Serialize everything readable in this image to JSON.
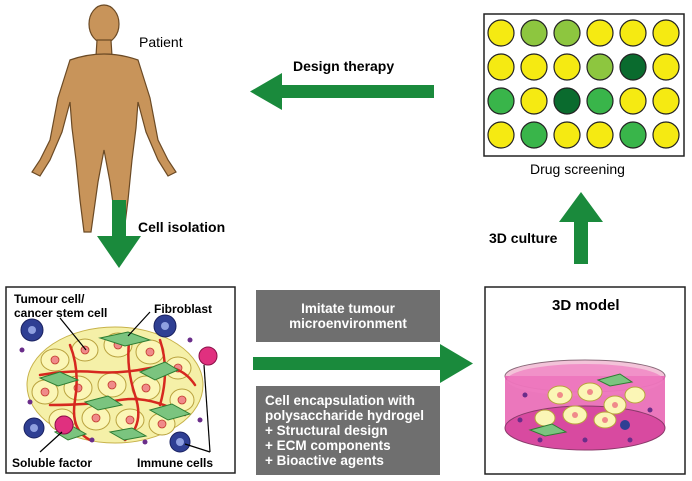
{
  "labels": {
    "patient": "Patient",
    "design_therapy": "Design therapy",
    "drug_screening": "Drug screening",
    "cell_isolation": "Cell isolation",
    "culture_3d": "3D culture",
    "model_3d": "3D model",
    "tumour_cell_line1": "Tumour cell/",
    "tumour_cell_line2": "cancer stem cell",
    "fibroblast": "Fibroblast",
    "soluble_factor": "Soluble factor",
    "immune_cells": "Immune cells"
  },
  "boxes": {
    "imitate_line1": "Imitate tumour",
    "imitate_line2": "microenvironment",
    "encap_line1": "Cell encapsulation with",
    "encap_line2": "polysaccharide hydrogel",
    "encap_line3": "+ Structural design",
    "encap_line4": "+ ECM components",
    "encap_line5": "+ Bioactive agents"
  },
  "plate_wells": [
    [
      "yellow",
      "light-green",
      "light-green",
      "yellow",
      "yellow",
      "yellow"
    ],
    [
      "yellow",
      "yellow",
      "yellow",
      "light-green",
      "dark-green",
      "yellow"
    ],
    [
      "green",
      "yellow",
      "dark-green",
      "green",
      "yellow",
      "yellow"
    ],
    [
      "yellow",
      "green",
      "yellow",
      "yellow",
      "green",
      "yellow"
    ]
  ],
  "colors": {
    "arrow_green": "#1a8a3c",
    "skin": "#c8945a",
    "box_gray": "#6f6f6f",
    "well_yellow": "#f5ea12",
    "well_light_green": "#8dc63f",
    "well_green": "#39b54a",
    "well_dark_green": "#0a6b2e",
    "medium_pink": "#e75fb0"
  }
}
